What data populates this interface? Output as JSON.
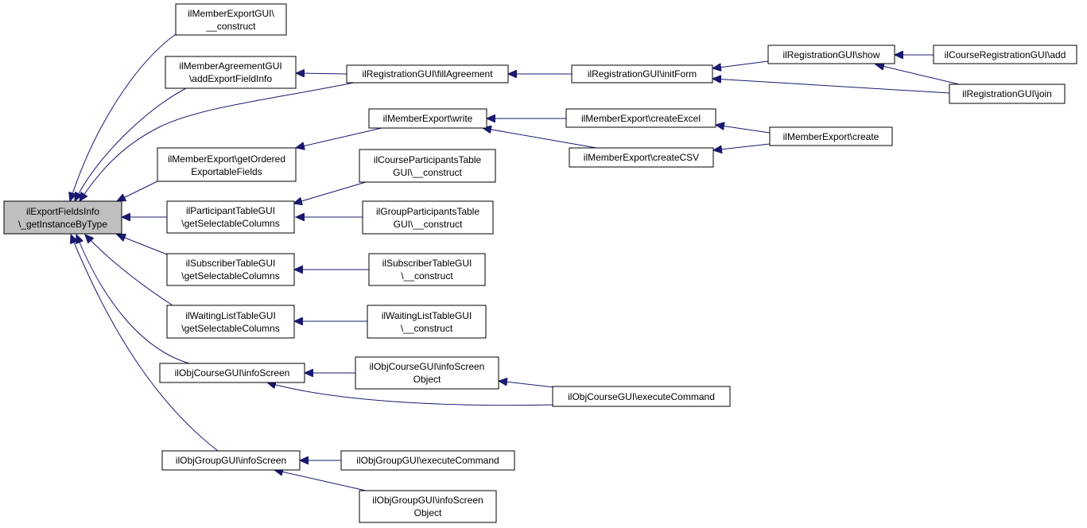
{
  "colors": {
    "edge": "#191970",
    "root_fill": "#bfbfbf",
    "node_fill": "#ffffff",
    "border": "#000000"
  },
  "nodes": {
    "root": [
      "ilExportFieldsInfo",
      "\\_getInstanceByType"
    ],
    "memberExportConstruct": [
      "ilMemberExportGUI\\",
      "__construct"
    ],
    "memberAgreementAdd": [
      "ilMemberAgreementGUI",
      "\\addExportFieldInfo"
    ],
    "regFillAgreement": [
      "ilRegistrationGUI\\fillAgreement"
    ],
    "regInitForm": [
      "ilRegistrationGUI\\initForm"
    ],
    "regShow": [
      "ilRegistrationGUI\\show"
    ],
    "courseRegAdd": [
      "ilCourseRegistrationGUI\\add"
    ],
    "regJoin": [
      "ilRegistrationGUI\\join"
    ],
    "memberExportWrite": [
      "ilMemberExport\\write"
    ],
    "memberExportCreateExcel": [
      "ilMemberExport\\createExcel"
    ],
    "memberExportCreate": [
      "ilMemberExport\\create"
    ],
    "memberExportCreateCSV": [
      "ilMemberExport\\createCSV"
    ],
    "memberExportOrdered": [
      "ilMemberExport\\getOrdered",
      "ExportableFields"
    ],
    "courseParticipantsTable": [
      "ilCourseParticipantsTable",
      "GUI\\__construct"
    ],
    "participantTableCols": [
      "ilParticipantTableGUI",
      "\\getSelectableColumns"
    ],
    "groupParticipantsTable": [
      "ilGroupParticipantsTable",
      "GUI\\__construct"
    ],
    "subscriberTableCols": [
      "ilSubscriberTableGUI",
      "\\getSelectableColumns"
    ],
    "subscriberTableConstruct": [
      "ilSubscriberTableGUI",
      "\\__construct"
    ],
    "waitingListCols": [
      "ilWaitingListTableGUI",
      "\\getSelectableColumns"
    ],
    "waitingListConstruct": [
      "ilWaitingListTableGUI",
      "\\__construct"
    ],
    "objCourseInfo": [
      "ilObjCourseGUI\\infoScreen"
    ],
    "objCourseInfoObject": [
      "ilObjCourseGUI\\infoScreen",
      "Object"
    ],
    "objCourseExecute": [
      "ilObjCourseGUI\\executeCommand"
    ],
    "objGroupInfo": [
      "ilObjGroupGUI\\infoScreen"
    ],
    "objGroupExecute": [
      "ilObjGroupGUI\\executeCommand"
    ],
    "objGroupInfoObject": [
      "ilObjGroupGUI\\infoScreen",
      "Object"
    ]
  }
}
